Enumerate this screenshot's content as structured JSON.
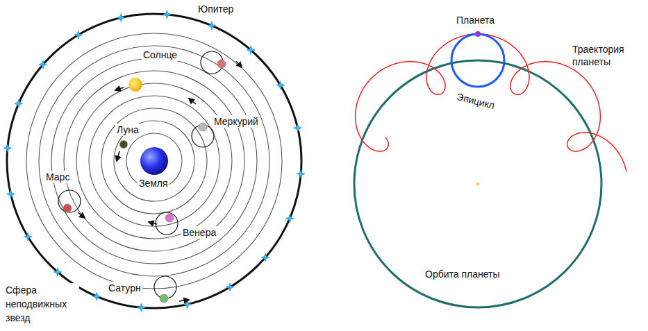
{
  "diagram": {
    "labels": [
      "Юпитер",
      "Солнце",
      "Луна",
      "Меркурий",
      "Земля",
      "Марс",
      "Венера",
      "Сатурн",
      "Сфера неподвижных звезд",
      "Планета",
      "Траектория планеты",
      "Эпицикл",
      "Орбита планеты"
    ]
  }
}
